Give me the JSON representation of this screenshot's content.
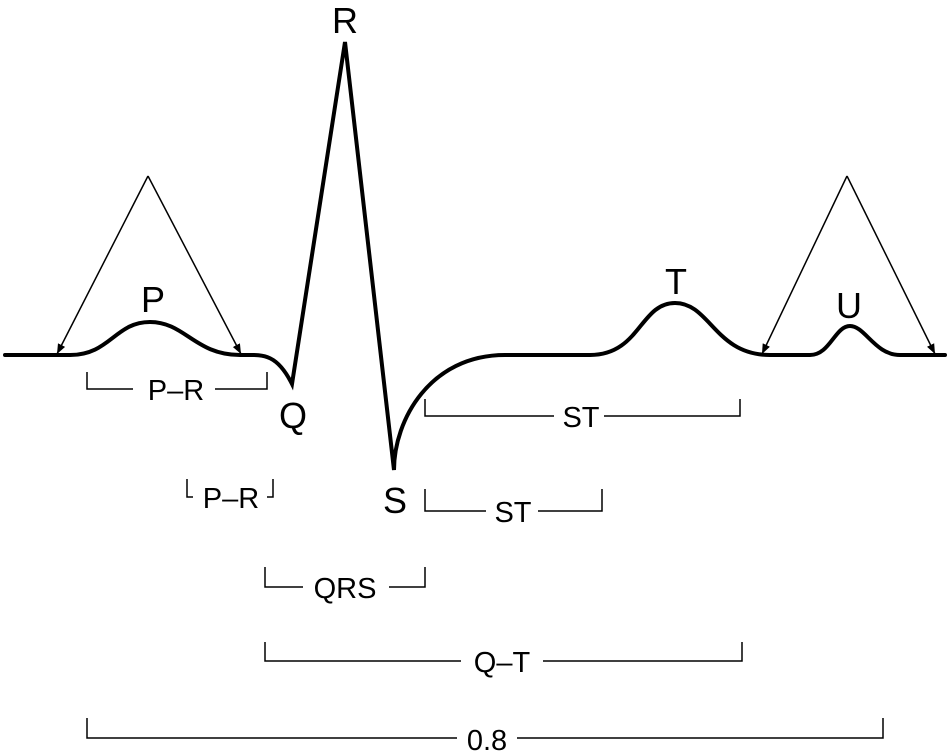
{
  "waves": {
    "p": "P",
    "q": "Q",
    "r": "R",
    "s": "S",
    "t": "T",
    "u": "U"
  },
  "intervals": {
    "pr_long": "P–R",
    "pr_short": "P–R",
    "st_long": "ST",
    "st_short": "ST",
    "qrs": "QRS",
    "qt": "Q–T",
    "total": "0.8"
  }
}
